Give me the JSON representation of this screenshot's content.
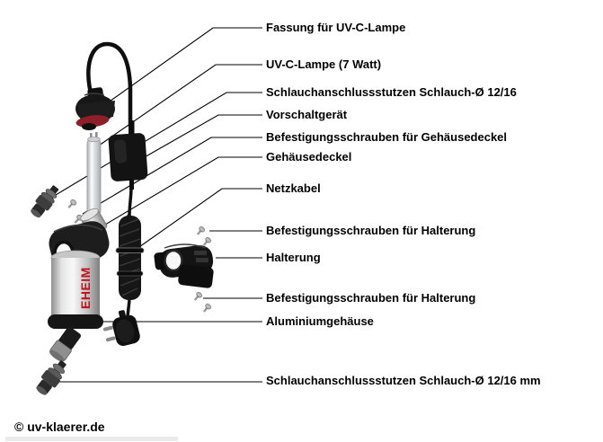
{
  "diagram": {
    "brand_text": "EHEIM",
    "labels": [
      {
        "id": "fassung",
        "text": "Fassung für UV-C-Lampe"
      },
      {
        "id": "uvc-lampe",
        "text": "UV-C-Lampe (7 Watt)"
      },
      {
        "id": "schlauchanschluss-oben",
        "text": "Schlauchanschlussstutzen Schlauch-Ø 12/16"
      },
      {
        "id": "vorschaltgeraet",
        "text": "Vorschaltgerät"
      },
      {
        "id": "schrauben-gehaeusedeckel",
        "text": "Befestigungsschrauben für Gehäusedeckel"
      },
      {
        "id": "gehaeusedeckel",
        "text": "Gehäusedeckel"
      },
      {
        "id": "netzkabel",
        "text": "Netzkabel"
      },
      {
        "id": "schrauben-halterung-oben",
        "text": "Befestigungsschrauben für Halterung"
      },
      {
        "id": "halterung",
        "text": "Halterung"
      },
      {
        "id": "schrauben-halterung-unten",
        "text": "Befestigungsschrauben für Halterung"
      },
      {
        "id": "aluminiumgehaeuse",
        "text": "Aluminiumgehäuse"
      },
      {
        "id": "schlauchanschluss-unten",
        "text": "Schlauchanschlussstutzen Schlauch-Ø 12/16 mm"
      }
    ],
    "colors": {
      "label_text": "#000000",
      "leader_line": "#000000",
      "brand_red": "#c1121f",
      "socket_ring_red": "#8e1f28",
      "housing_silver": "#d9d9d9",
      "part_black": "#141414"
    }
  },
  "footer": {
    "copyright": "© uv-klaerer.de"
  }
}
